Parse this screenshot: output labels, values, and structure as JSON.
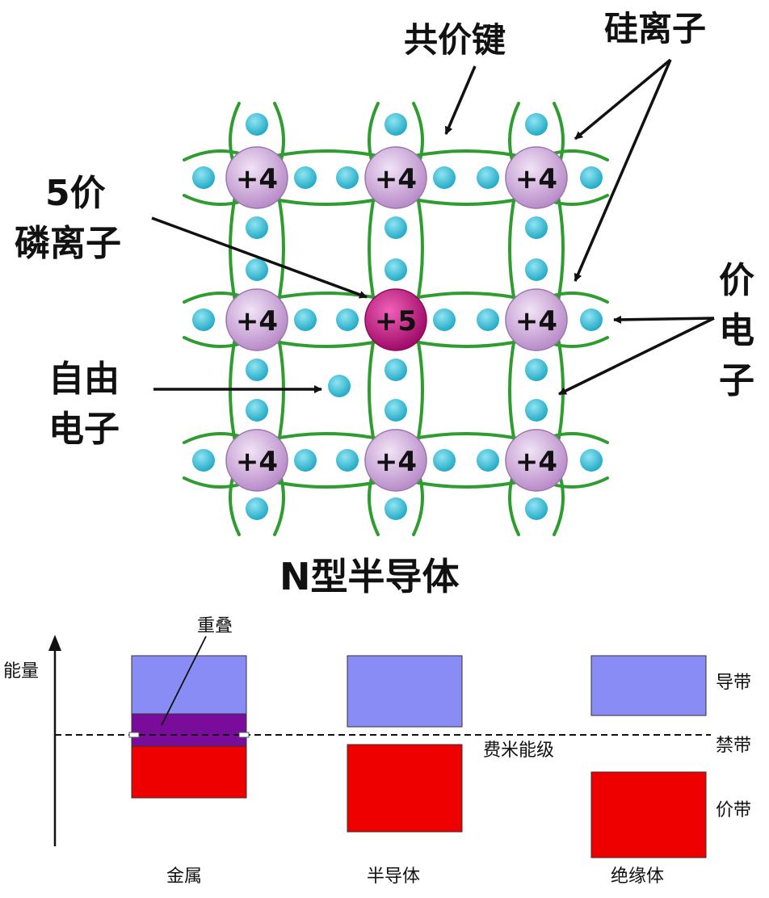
{
  "lattice": {
    "title": "N型半导体",
    "si_ion_charge": "+4",
    "p_ion_charge": "+5",
    "labels": {
      "covalent_bond": "共价键",
      "silicon_ion": "硅离子",
      "phosphorus_ion_line1": "5价",
      "phosphorus_ion_line2": "磷离子",
      "valence_electron_1": "价",
      "valence_electron_2": "电",
      "valence_electron_3": "子",
      "free_electron_line1": "自由",
      "free_electron_line2": "电子"
    },
    "colors": {
      "si_ion": "#c9a2d6",
      "p_ion": "#c0147e",
      "electron": "#36c0d8",
      "bond": "#2f9c2f"
    }
  },
  "band_diagram": {
    "y_axis_label": "能量",
    "overlap_label": "重叠",
    "fermi_label": "费米能级",
    "band_labels": {
      "conduction": "导带",
      "forbidden": "禁带",
      "valence": "价带"
    },
    "materials": [
      "金属",
      "半导体",
      "绝缘体"
    ],
    "colors": {
      "conduction": "#8a8cf6",
      "valence": "#ee0000",
      "overlap": "#7a0c9c"
    }
  }
}
